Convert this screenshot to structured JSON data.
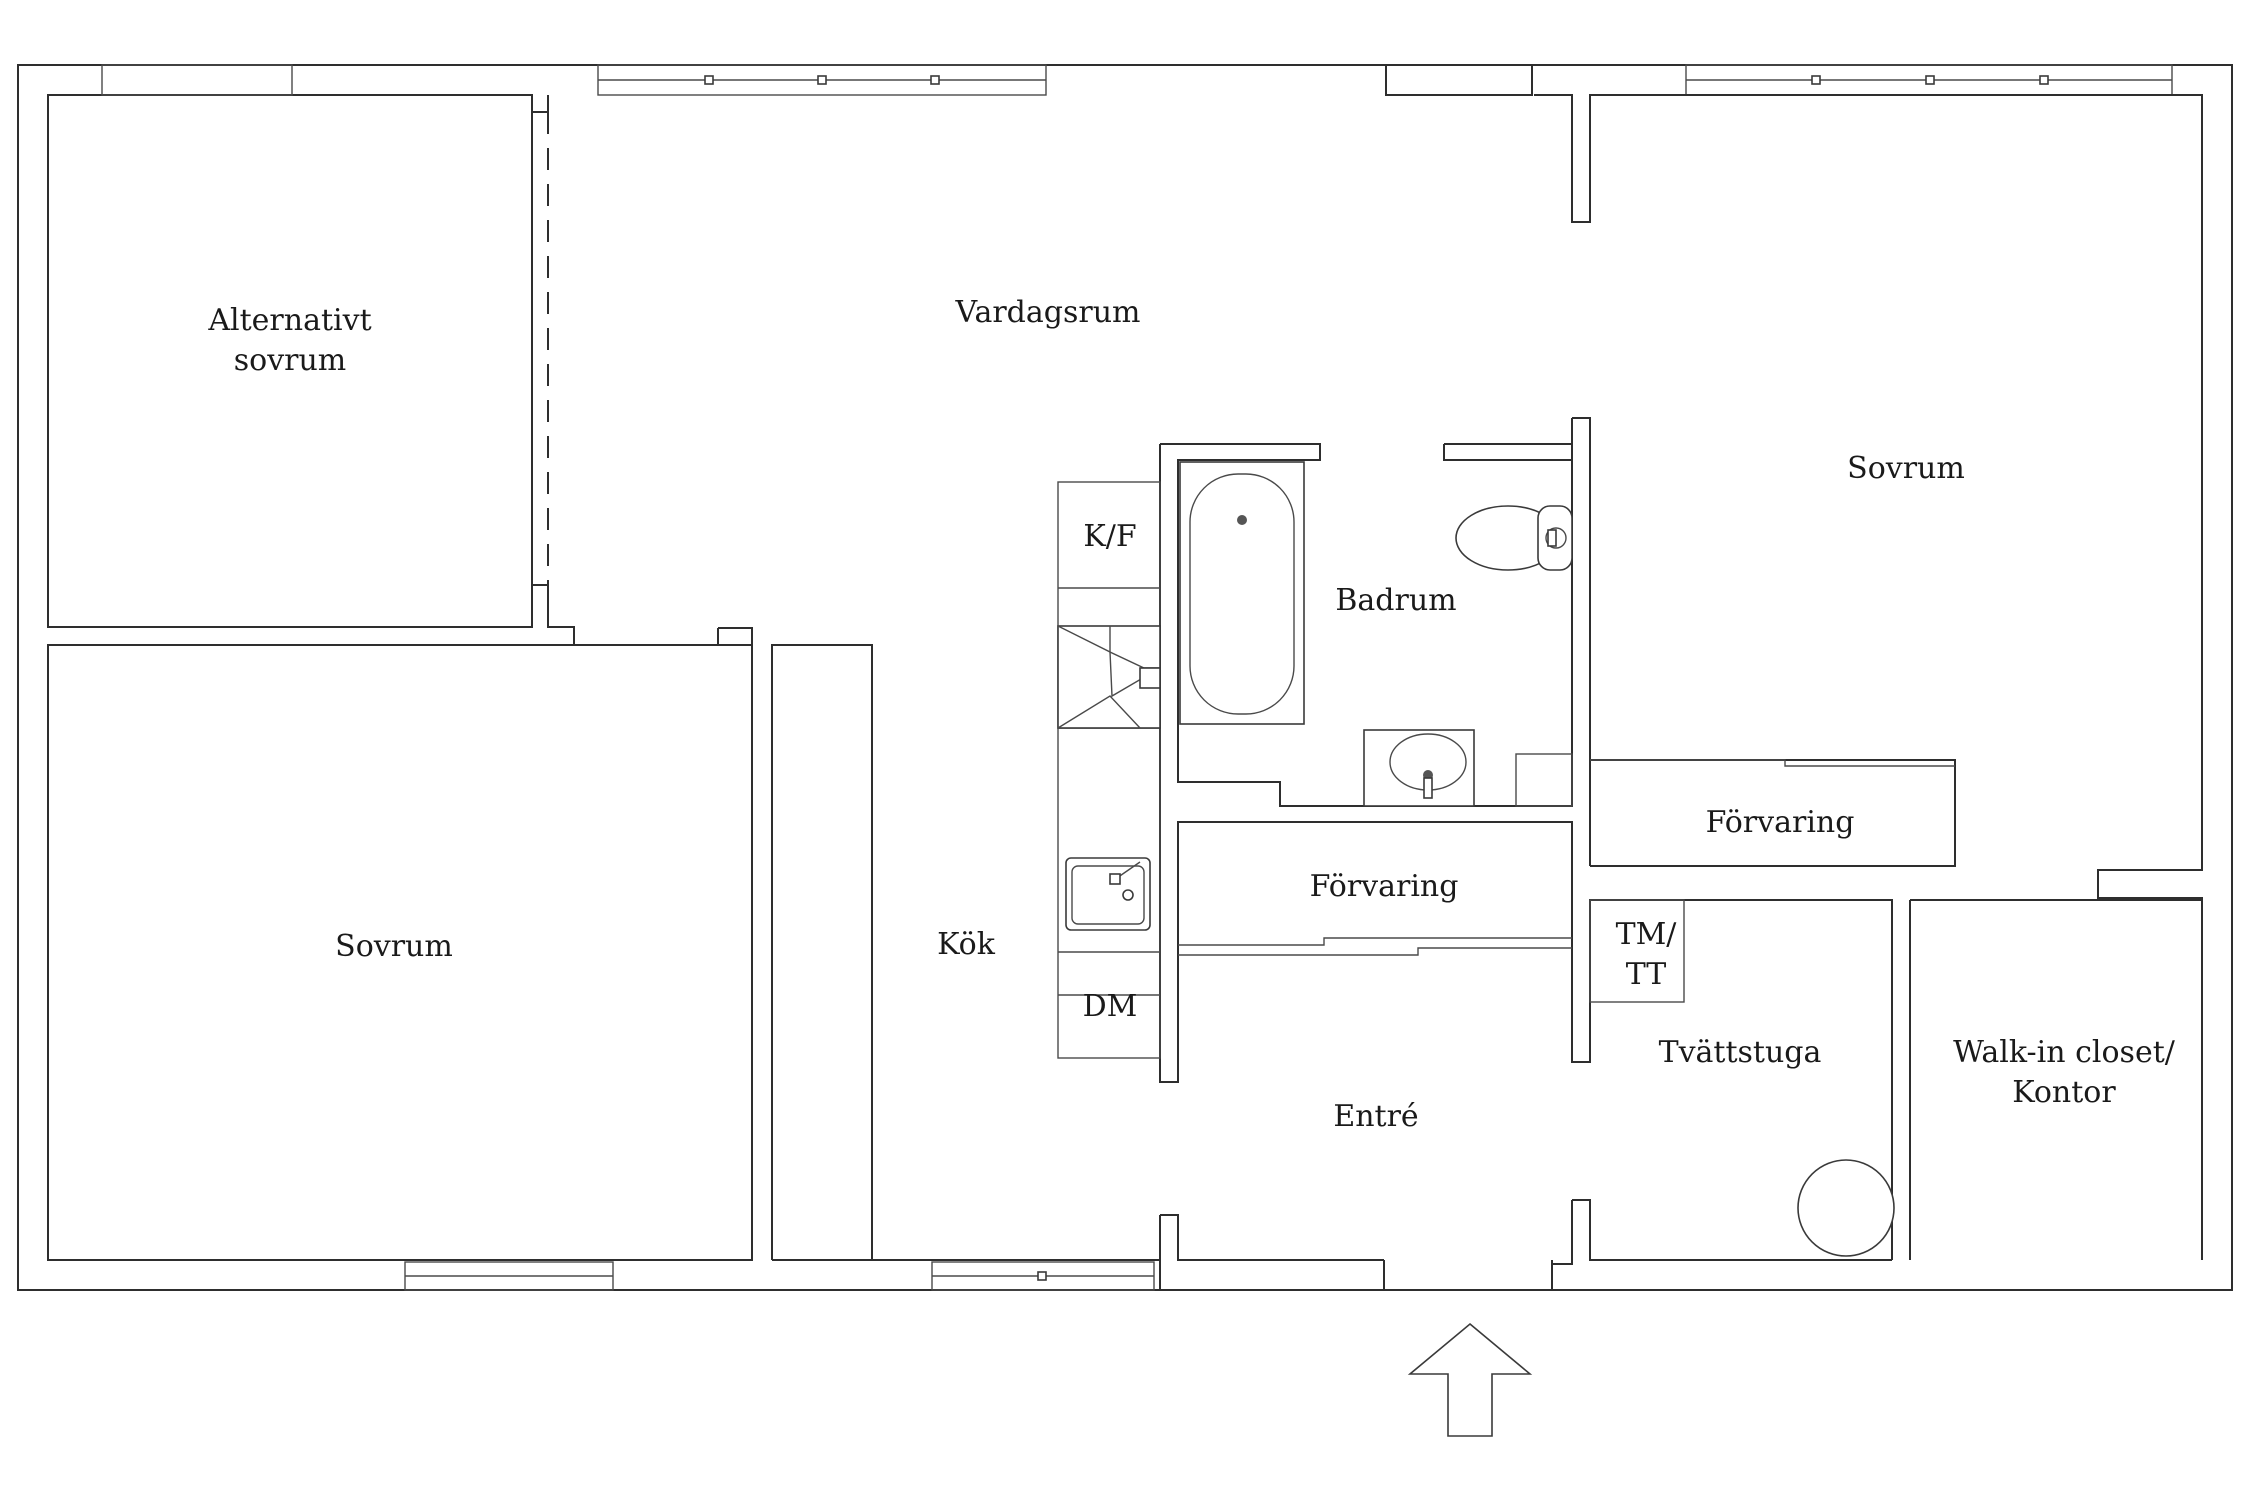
{
  "rooms": {
    "alt_bedroom_line1": "Alternativt",
    "alt_bedroom_line2": "sovrum",
    "living_room": "Vardagsrum",
    "bedroom_right": "Sovrum",
    "bedroom_left": "Sovrum",
    "fridge_freezer": "K/F",
    "bathroom": "Badrum",
    "storage_right": "Förvaring",
    "storage_center": "Förvaring",
    "kitchen": "Kök",
    "dishwasher": "DM",
    "washer_dryer_line1": "TM/",
    "washer_dryer_line2": "TT",
    "laundry": "Tvättstuga",
    "closet_line1": "Walk-in closet/",
    "closet_line2": "Kontor",
    "entrance": "Entré"
  },
  "icons": {
    "entrance": "entrance-arrow-icon",
    "bathtub": "bathtub-icon",
    "toilet": "toilet-icon",
    "washbasin": "washbasin-icon",
    "kitchen_sink": "kitchen-sink-icon",
    "stove": "stove-icon",
    "laundry_drum": "laundry-drum-icon"
  },
  "colors": {
    "line": "#2e2e2e",
    "background": "#ffffff"
  }
}
